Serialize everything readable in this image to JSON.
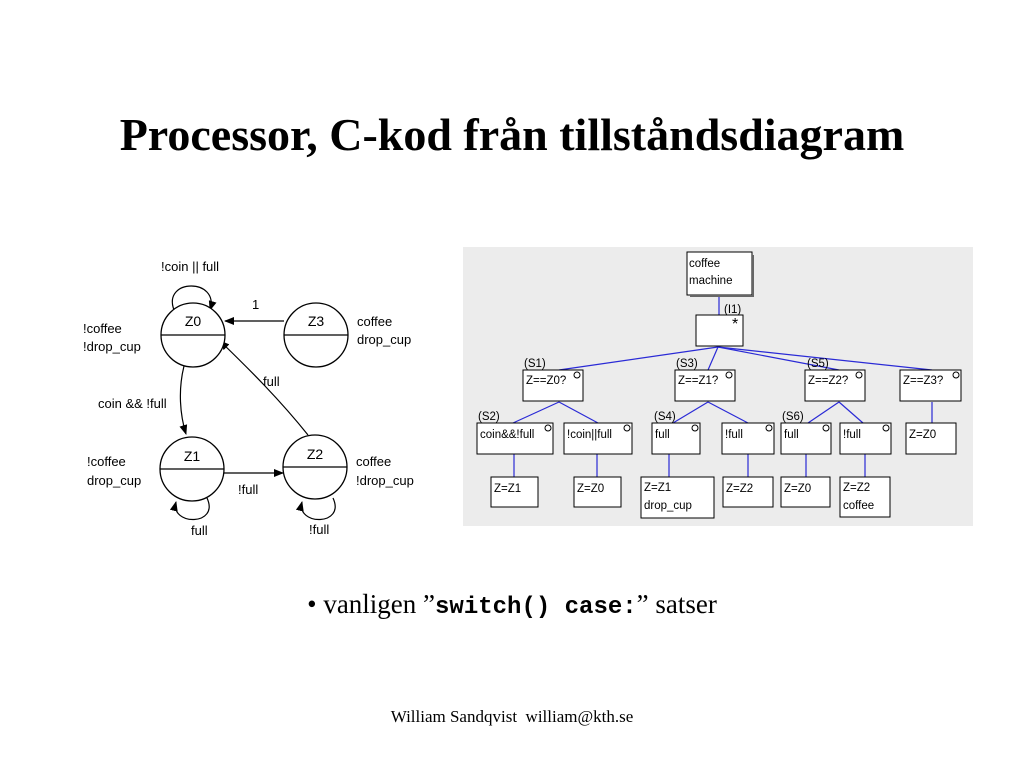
{
  "slide": {
    "title": "Processor, C-kod från tillståndsdiagram",
    "bullet": {
      "prefix": "vanligen ”",
      "code": "switch() case:",
      "suffix": "” satser"
    },
    "footer": "William Sandqvist  william@kth.se"
  },
  "state_diagram": {
    "states": [
      {
        "id": "Z0",
        "outputs": [
          "!coffee",
          "!drop_cup"
        ]
      },
      {
        "id": "Z1",
        "outputs": [
          "!coffee",
          "drop_cup"
        ]
      },
      {
        "id": "Z2",
        "outputs": [
          "coffee",
          "!drop_cup"
        ]
      },
      {
        "id": "Z3",
        "outputs": [
          "coffee",
          "drop_cup"
        ]
      }
    ],
    "transitions": {
      "z0_self": "!coin || full",
      "z3_to_z0": "1",
      "z0_to_z1": "coin && !full",
      "z2_to_z0": "full",
      "z1_to_z2": "!full",
      "z1_self": "full",
      "z2_self": "!full"
    }
  },
  "jsp_diagram": {
    "root": [
      "coffee",
      "machine"
    ],
    "iteration": {
      "label": "(I1)",
      "marker": "*"
    },
    "selections": [
      {
        "label": "(S1)",
        "text": "Z==Z0?"
      },
      {
        "label": "(S3)",
        "text": "Z==Z1?"
      },
      {
        "label": "(S5)",
        "text": "Z==Z2?"
      },
      {
        "label": "",
        "text": "Z==Z3?"
      }
    ],
    "conditions": [
      {
        "label": "(S2)",
        "text": "coin&&!full"
      },
      {
        "label": "",
        "text": "!coin||full"
      },
      {
        "label": "(S4)",
        "text": "full"
      },
      {
        "label": "",
        "text": "!full"
      },
      {
        "label": "(S6)",
        "text": "full"
      },
      {
        "label": "",
        "text": "!full"
      },
      {
        "label": "",
        "text": "Z=Z0"
      }
    ],
    "actions": [
      [
        "Z=Z1"
      ],
      [
        "Z=Z0"
      ],
      [
        "Z=Z1",
        "drop_cup"
      ],
      [
        "Z=Z2"
      ],
      [
        "Z=Z0"
      ],
      [
        "Z=Z2",
        "coffee"
      ]
    ]
  }
}
